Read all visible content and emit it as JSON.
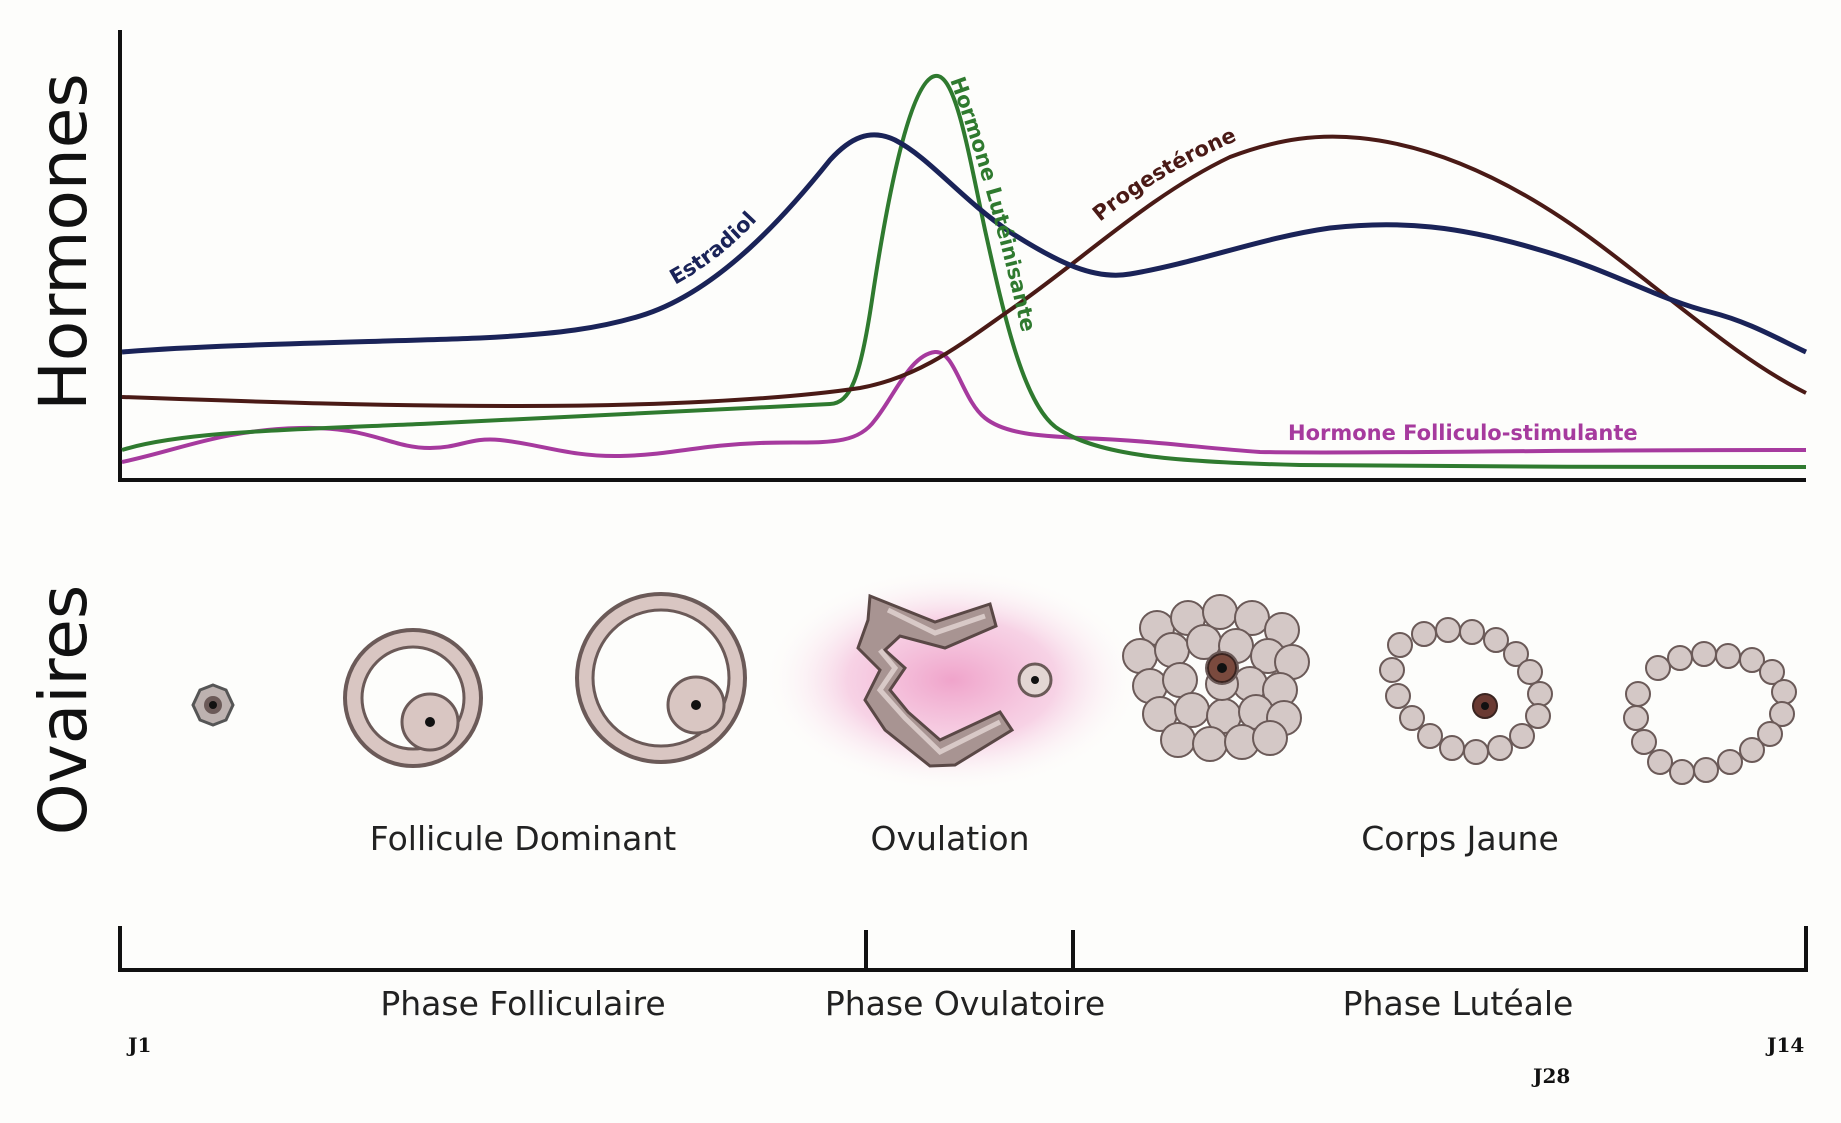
{
  "axes": {
    "hormones_title": "Hormones",
    "ovaries_title": "Ovaires"
  },
  "curves": {
    "estradiol": {
      "label": "Estradiol",
      "color": "#1a2358"
    },
    "lh": {
      "label": "Hormone Lutéinisante",
      "color": "#2f7a2f"
    },
    "progesterone": {
      "label": "Progestérone",
      "color": "#4a1a16"
    },
    "fsh": {
      "label": "Hormone Folliculo-stimulante",
      "color": "#a63a9e"
    }
  },
  "stages": {
    "dominant": "Follicule Dominant",
    "ovulation": "Ovulation",
    "corpus": "Corps Jaune"
  },
  "phases": {
    "follicular": "Phase Folliculaire",
    "ovulatory": "Phase Ovulatoire",
    "luteal": "Phase Lutéale"
  },
  "days": {
    "start": "J1",
    "end": "J14",
    "mid": "J28"
  },
  "colors": {
    "follicle": "#d9c6c2",
    "cell": "#cfc2c0",
    "ovulation_glow": "#f2b8d6"
  }
}
